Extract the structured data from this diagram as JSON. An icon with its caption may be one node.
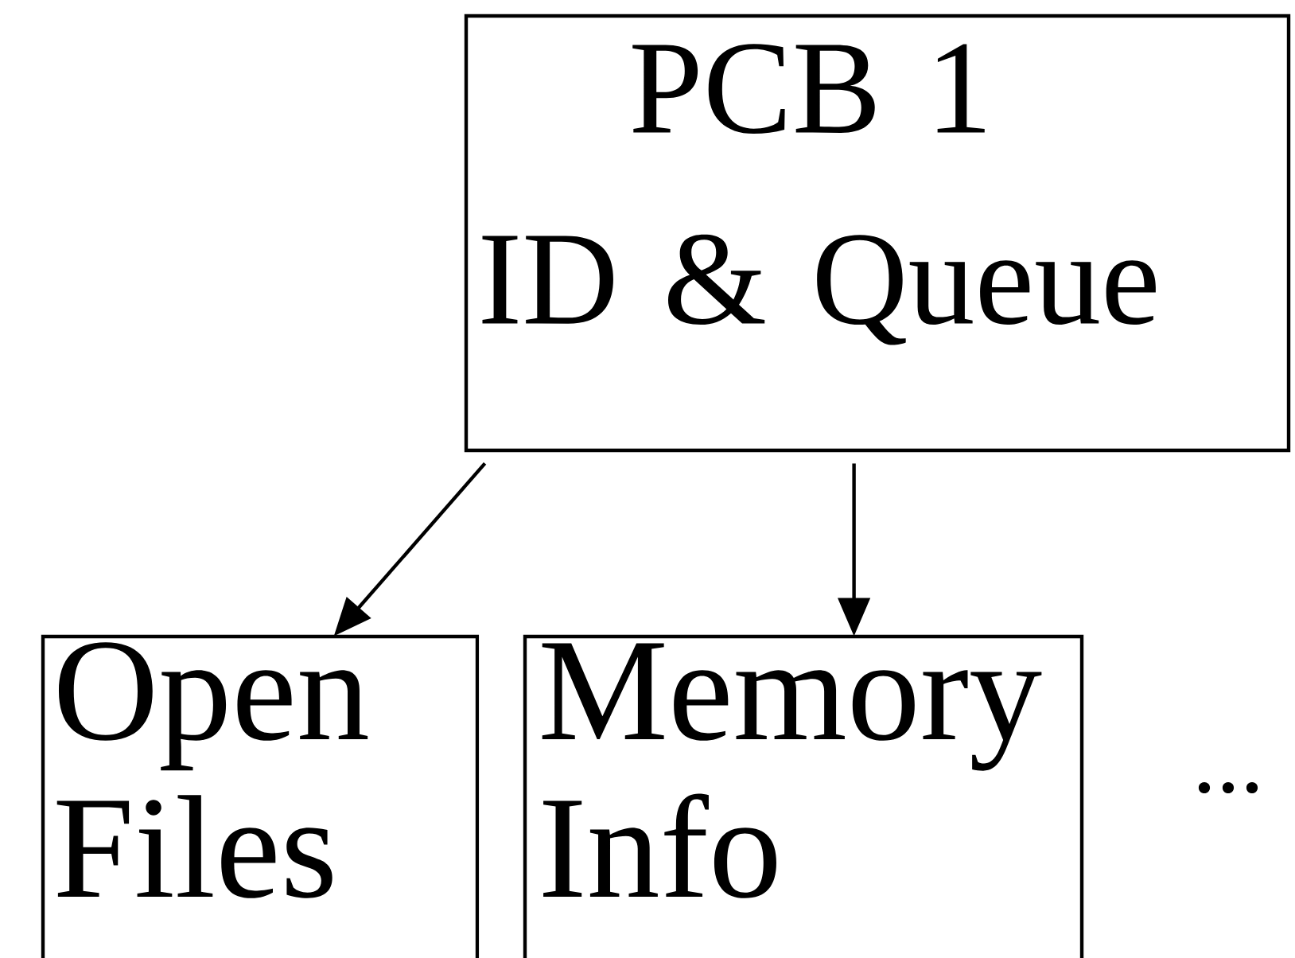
{
  "diagram": {
    "nodes": [
      {
        "text": [
          "PCB 1",
          "ID & Queue"
        ]
      },
      {
        "text": [
          "Open Files"
        ]
      },
      {
        "text": [
          "Memory Info"
        ]
      }
    ],
    "edges": [
      {
        "from": 0,
        "to": 1,
        "arrow": "to"
      },
      {
        "from": 0,
        "to": 2,
        "arrow": "to"
      }
    ],
    "labels": [
      "..."
    ]
  }
}
